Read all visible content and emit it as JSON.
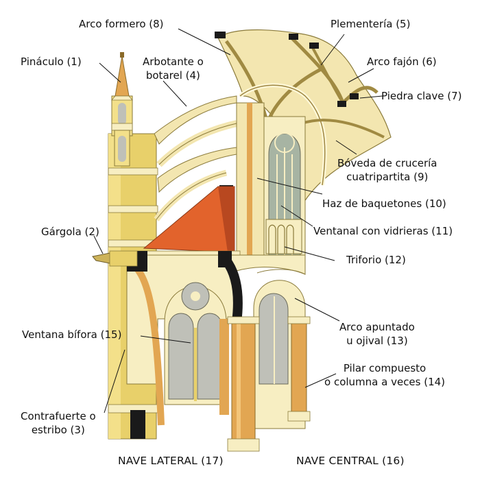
{
  "labels": {
    "pinaculo": "Pináculo (1)",
    "gargola": "Gárgola (2)",
    "contrafuerte_l1": "Contrafuerte o",
    "contrafuerte_l2": "estribo (3)",
    "arbotante_l1": "Arbotante o",
    "arbotante_l2": "botarel (4)",
    "plementeria": "Plementería (5)",
    "arco_fajon": "Arco fajón (6)",
    "piedra_clave": "Piedra clave (7)",
    "arco_formero": "Arco formero (8)",
    "boveda_l1": "Bóveda de crucería",
    "boveda_l2": "cuatripartita (9)",
    "haz": "Haz de baquetones (10)",
    "ventanal": "Ventanal con vidrieras (11)",
    "triforio": "Triforio (12)",
    "arco_apuntado_l1": "Arco apuntado",
    "arco_apuntado_l2": "u ojival (13)",
    "pilar_l1": "Pilar compuesto",
    "pilar_l2": "o columna a veces (14)",
    "ventana_bifora": "Ventana bífora (15)",
    "nave_central": "NAVE CENTRAL (16)",
    "nave_lateral": "NAVE LATERAL (17)"
  },
  "colors": {
    "stone_light": "#f7eec2",
    "stone_mid": "#eedc92",
    "stone_yellow": "#e8d06a",
    "stone_shadow": "#cdb35a",
    "roof_red": "#e2632c",
    "roof_dark": "#b84820",
    "glass": "#a7b4a3",
    "pillar_orange": "#e2a652",
    "black": "#1a1a1a",
    "gray_window": "#bfc0b8"
  }
}
